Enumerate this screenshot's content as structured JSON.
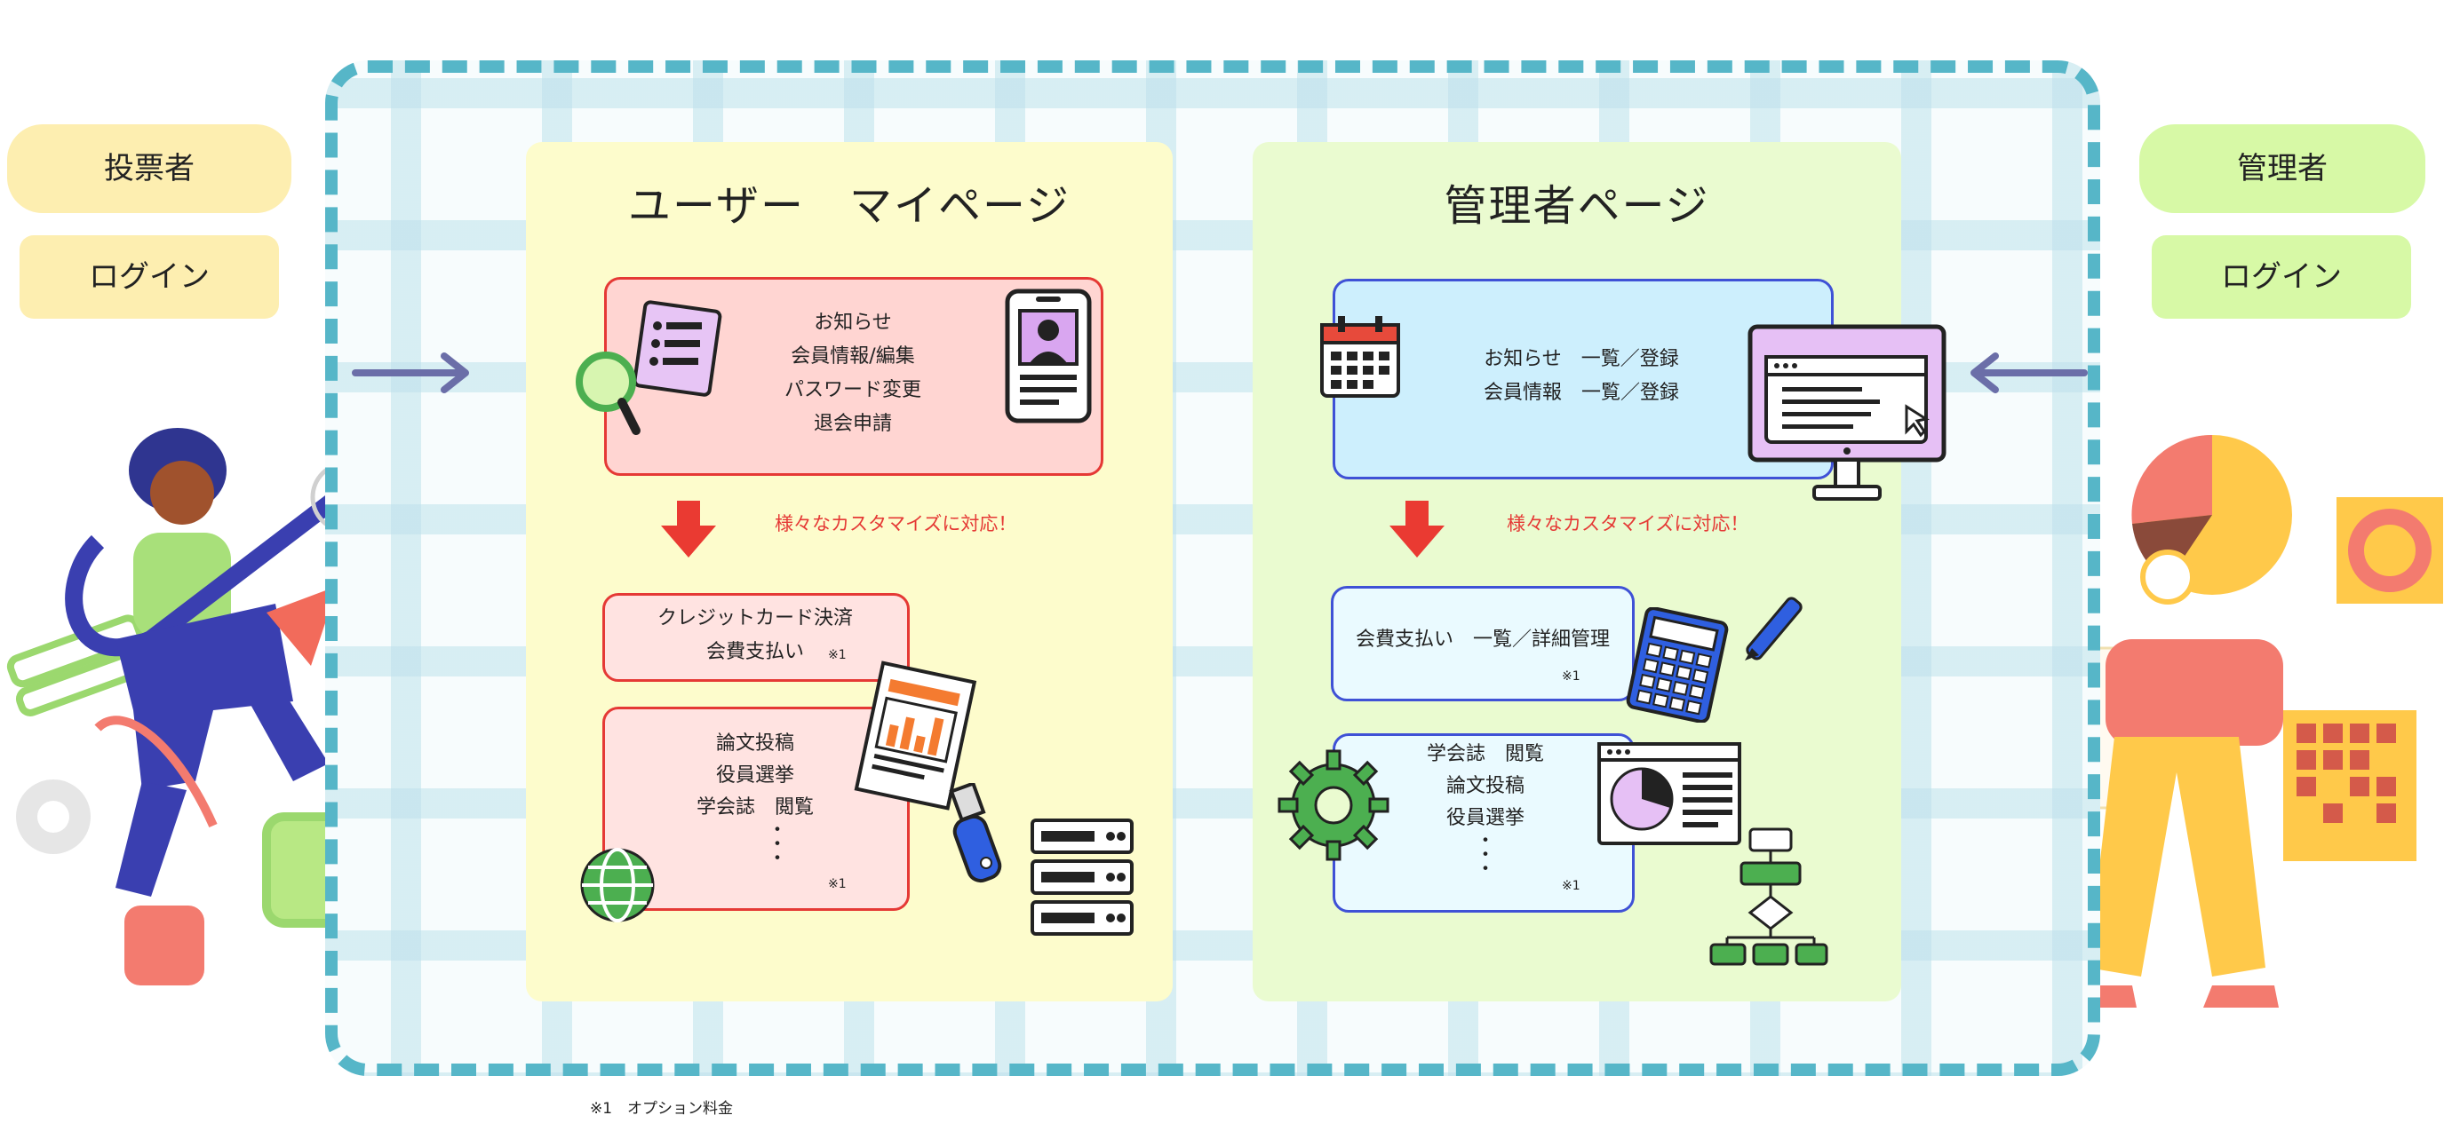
{
  "voter": {
    "label": "投票者",
    "login": "ログイン"
  },
  "admin": {
    "label": "管理者",
    "login": "ログイン"
  },
  "user_page": {
    "title": "ユーザー　マイページ",
    "box1": [
      "お知らせ",
      "会員情報/編集",
      "パスワード変更",
      "退会申請"
    ],
    "customize_note": "様々なカスタマイズに対応！",
    "box2": [
      "クレジットカード決済",
      "会費支払い"
    ],
    "box2_note": "※1",
    "box3": [
      "論文投稿",
      "役員選挙",
      "学会誌　閲覧",
      "・",
      "・",
      "・"
    ],
    "box3_note": "※1"
  },
  "admin_page": {
    "title": "管理者ページ",
    "box1": [
      "お知らせ　一覧／登録",
      "会員情報　一覧／登録"
    ],
    "customize_note": "様々なカスタマイズに対応！",
    "box2": [
      "会費支払い　一覧／詳細管理"
    ],
    "box2_note": "※1",
    "box3": [
      "学会誌　閲覧",
      "論文投稿",
      "役員選挙",
      "・",
      "・",
      "・"
    ],
    "box3_note": "※1"
  },
  "footnote": "※1　オプション料金",
  "colors": {
    "frame": "#56b6c8",
    "user_panel": "#fdfccc",
    "admin_panel": "#eafbd0",
    "user_box1": "#ffd5d2",
    "user_box_border": "#e53935",
    "admin_box1": "#cdeffd",
    "admin_box_border": "#3f51d6",
    "voter_pill": "#fdeeb0",
    "admin_pill": "#d7f9a6",
    "arrow": "#6b6ea8",
    "down_arrow": "#ea3a32"
  }
}
